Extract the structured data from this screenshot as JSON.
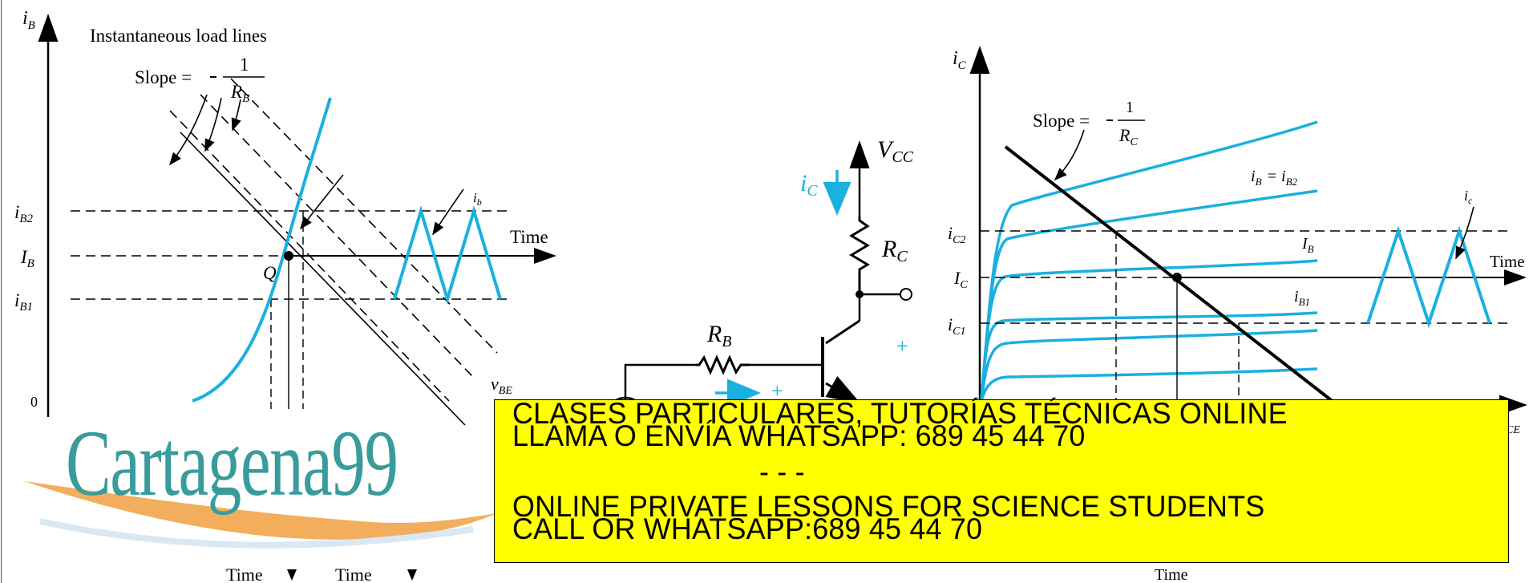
{
  "left_plot": {
    "y_axis_label": "i",
    "y_axis_sub": "B",
    "title": "Instantaneous load lines",
    "slope_prefix": "Slope =",
    "slope_num": "1",
    "slope_den": "R",
    "slope_den_sub": "B",
    "labels": {
      "iB2": "i",
      "iB2_sub": "B2",
      "IB": "I",
      "IB_sub": "B",
      "iB1": "i",
      "iB1_sub": "B1",
      "zero": "0",
      "Q": "Q",
      "ib": "i",
      "ib_sub": "b",
      "time": "Time",
      "vBE": "v",
      "vBE_sub": "BE",
      "time_bottom_1": "Time",
      "time_bottom_2": "Time"
    }
  },
  "circuit": {
    "vcc": "V",
    "vcc_sub": "CC",
    "rc": "R",
    "rc_sub": "C",
    "rb": "R",
    "rb_sub": "B",
    "ic": "i",
    "ic_sub": "C",
    "plus_right": "+",
    "plus_bottom": "+"
  },
  "right_plot": {
    "y_axis_label": "i",
    "y_axis_sub": "C",
    "slope_prefix": "Slope =",
    "slope_num": "1",
    "slope_den": "R",
    "slope_den_sub": "C",
    "labels": {
      "iB_eq": "i",
      "iB_eq_sub": "B",
      "iB_eq_rhs": "= i",
      "iB_eq_rhs_sub": "B2",
      "IB": "I",
      "IB_sub": "B",
      "iB1": "i",
      "iB1_sub": "B1",
      "ic2": "i",
      "ic2_sub": "C2",
      "IC": "I",
      "IC_sub": "C",
      "ic1": "i",
      "ic1_sub": "C1",
      "ic_wave": "i",
      "ic_wave_sub": "c",
      "time": "Time",
      "time_bottom": "Time",
      "vce_sub": "CE"
    }
  },
  "logo": {
    "text": "Cartagena99"
  },
  "banner": {
    "line1": "CLASES PARTICULARES, TUTORÍAS TÉCNICAS ONLINE",
    "line2": "LLAMA O ENVÍA WHATSAPP: 689 45 44 70",
    "line3": "- - -",
    "line4": "ONLINE PRIVATE LESSONS FOR SCIENCE STUDENTS",
    "line5": "CALL OR WHATSAPP:689 45 44 70"
  },
  "colors": {
    "accent": "#1ab0e0",
    "ink": "#000000",
    "banner_bg": "#ffff00",
    "logo_teal": "#3a9b9b",
    "logo_orange": "#f0a040"
  }
}
